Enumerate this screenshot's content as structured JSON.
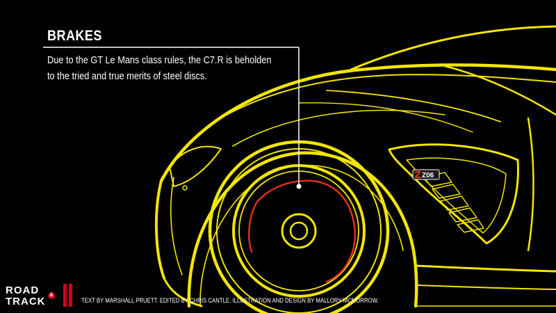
{
  "callout": {
    "title": "BRAKES",
    "lines": [
      "Due to the GT Le Mans class rules, the C7.R is beholden",
      "to the tried and true merits of steel discs."
    ]
  },
  "badge": {
    "text": "Z06"
  },
  "logo": {
    "top": "ROAD",
    "bottom": "TRACK",
    "amp": "&"
  },
  "credits": "TEXT BY MARSHALL PRUETT. EDITED BY CHRIS CANTLE. ILLUSTRATION AND DESIGN BY MALLORY MCMORROW.",
  "colors": {
    "background": "#000000",
    "outline": "#f2e600",
    "brake_disc": "#e0301e",
    "text": "#ffffff",
    "brand_red": "#d0021b"
  }
}
